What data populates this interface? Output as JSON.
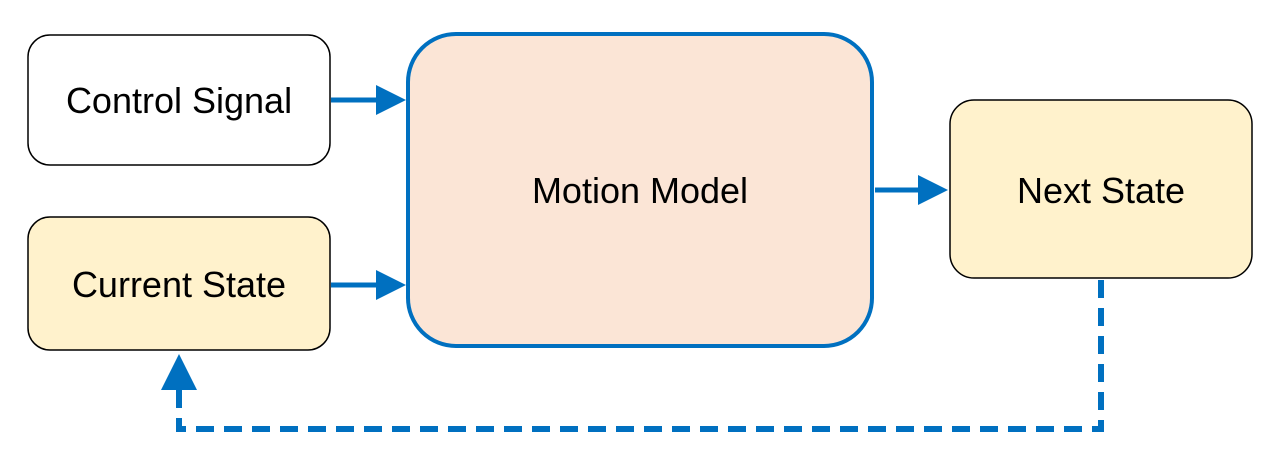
{
  "nodes": {
    "control_signal": {
      "label": "Control Signal"
    },
    "current_state": {
      "label": "Current State"
    },
    "motion_model": {
      "label": "Motion Model"
    },
    "next_state": {
      "label": "Next State"
    }
  },
  "colors": {
    "accent": "#0070C0",
    "state_fill": "#FFF2CC",
    "model_fill": "#FBE5D6",
    "input_fill": "#FFFFFF"
  }
}
